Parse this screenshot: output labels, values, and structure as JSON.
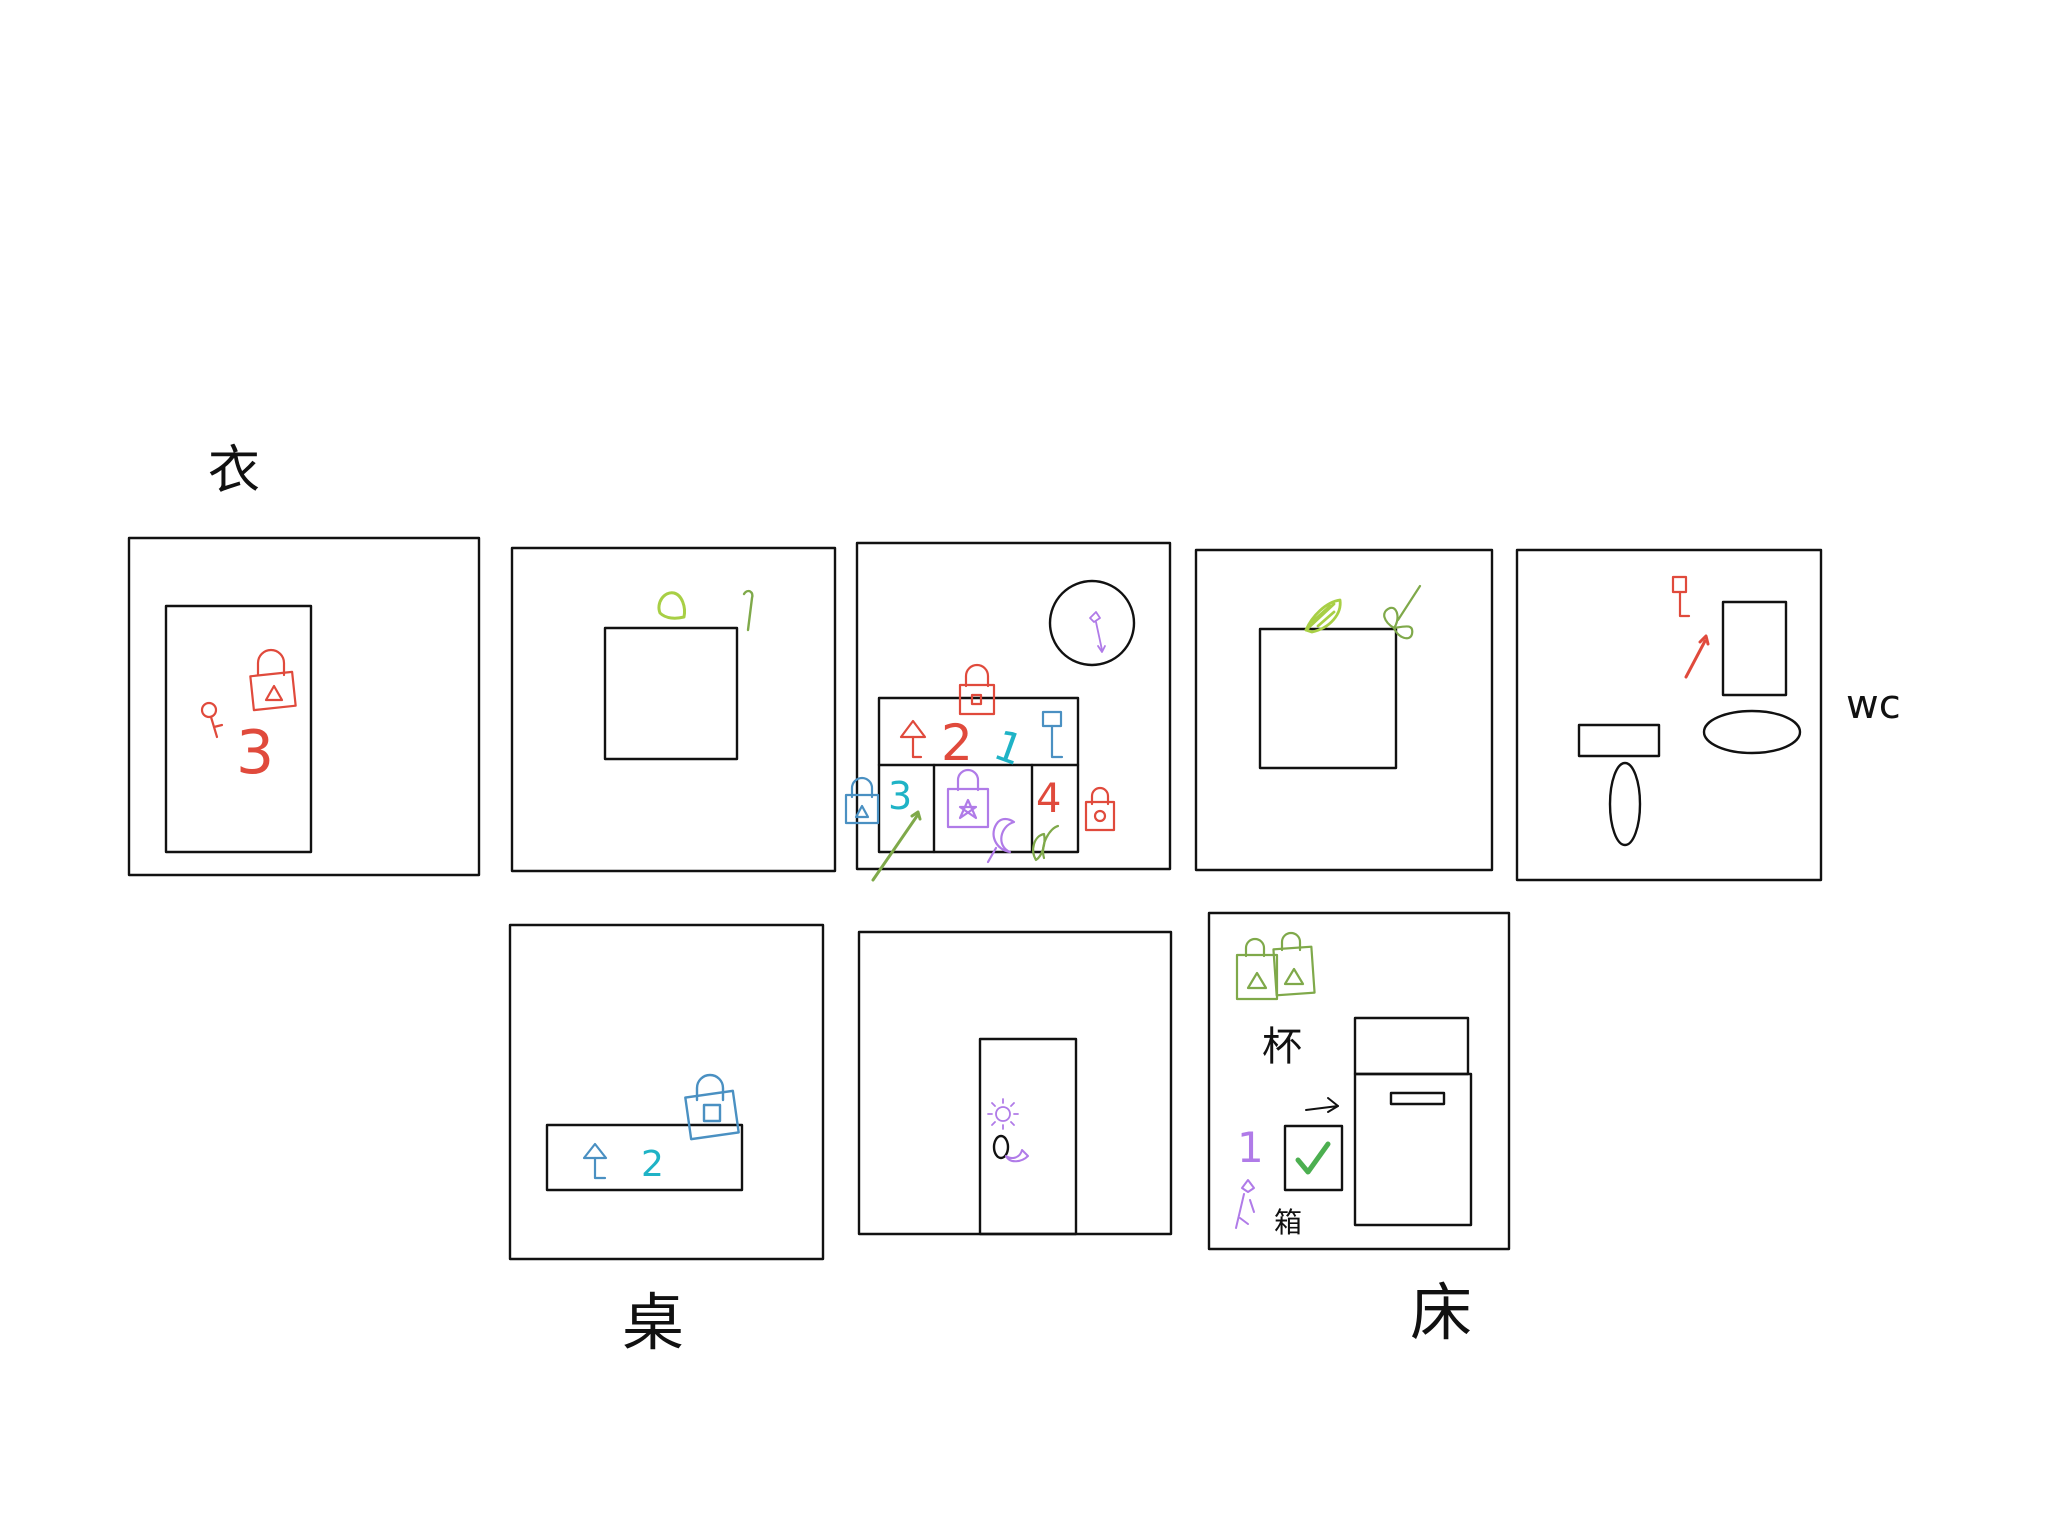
{
  "labels": {
    "wardrobe": "衣",
    "wc": "wc",
    "desk": "桌",
    "bed": "床",
    "cup": "杯",
    "box": "箱"
  },
  "digits": {
    "wardrobe_code": "3",
    "shelf_top": "2",
    "shelf_top_slash": "1",
    "shelf_left": "3",
    "shelf_right": "4",
    "desk_code": "2",
    "box_code": "1"
  },
  "colors": {
    "outline": "#111111",
    "red": "#e04a3c",
    "green": "#7fa94a",
    "lime": "#a8cf45",
    "blue": "#4a90c2",
    "cyan": "#1fb3c6",
    "purple": "#b07be8",
    "check": "#4caf50"
  },
  "icons": [
    "padlock-triangle-icon",
    "key-icon",
    "padlock-circle-icon",
    "padlock-star-icon",
    "padlock-square-icon",
    "flag-icon",
    "mushroom-icon",
    "mirror-icon",
    "wand-icon",
    "moon-icon",
    "sun-icon",
    "leaf-icon",
    "bag-triangle-icon",
    "checkmark-icon",
    "arrow-icon"
  ]
}
